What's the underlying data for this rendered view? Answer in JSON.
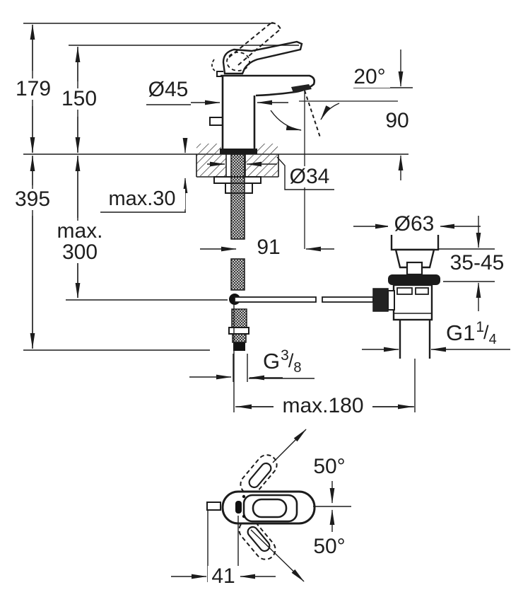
{
  "colors": {
    "line": "#1c1c1c",
    "background": "#ffffff"
  },
  "views": {
    "front": "front-view",
    "plan": "plan-view"
  },
  "labels": {
    "h_raised": "179",
    "h_lever": "150",
    "h_total": "395",
    "max300_line1": "max.",
    "max300_line2": "300",
    "max30": "max.30",
    "dia45": "Ø45",
    "dia34": "Ø34",
    "angle20": "20°",
    "h90": "90",
    "reach91": "91",
    "dia63": "Ø63",
    "range3545": "35-45",
    "max180": "max.180",
    "angle50_top": "50°",
    "angle50_bottom": "50°",
    "offset41": "41",
    "g38_prefix": "G",
    "g38_sup": "3",
    "g38_slash": "/",
    "g38_sub": "8",
    "g114_prefix": "G1",
    "g114_sup": "1",
    "g114_slash": "/",
    "g114_sub": "4"
  }
}
